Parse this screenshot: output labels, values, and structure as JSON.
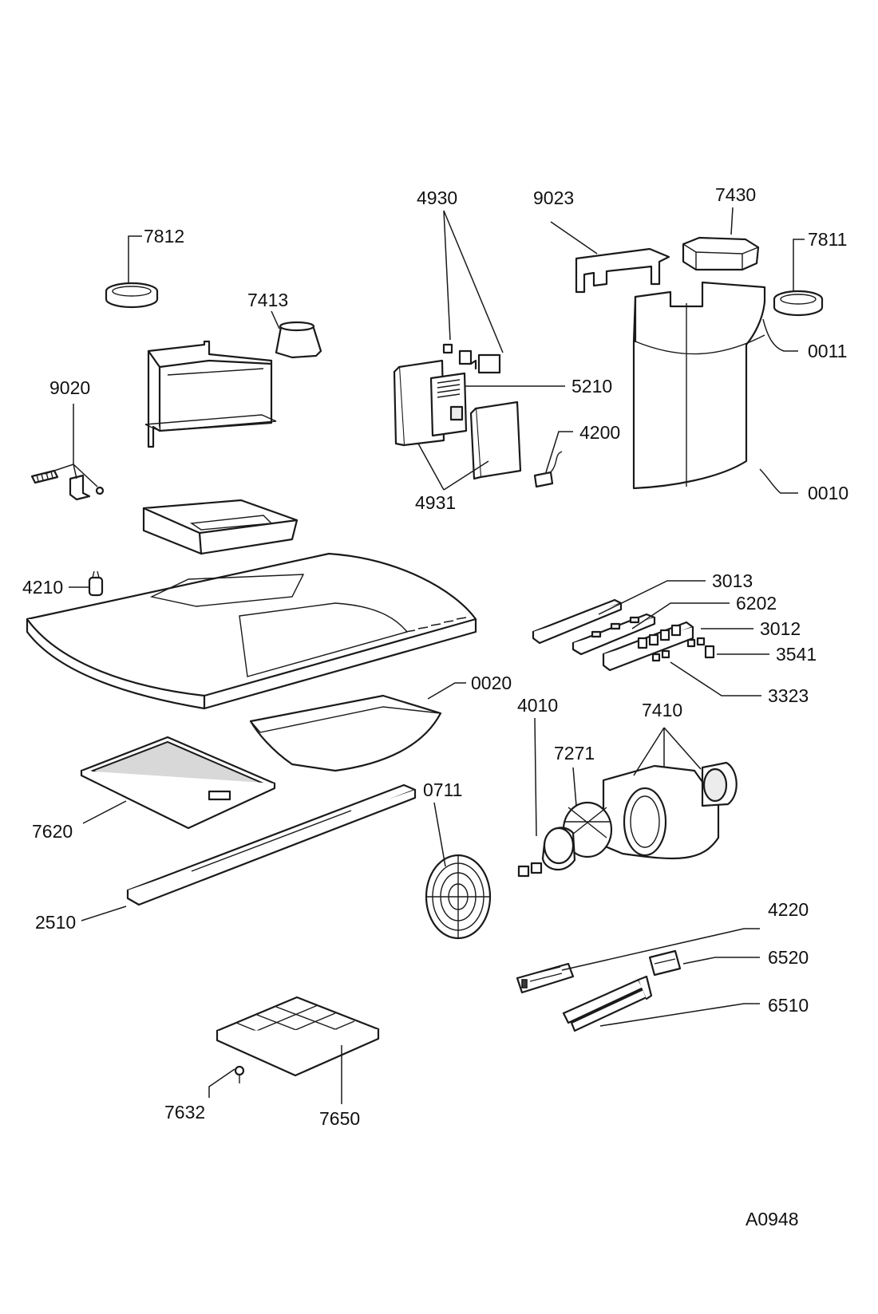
{
  "diagram": {
    "code": "A0948",
    "parts": [
      {
        "key": "p7812",
        "number": "7812"
      },
      {
        "key": "p7413",
        "number": "7413"
      },
      {
        "key": "p9020",
        "number": "9020"
      },
      {
        "key": "p4930",
        "number": "4930"
      },
      {
        "key": "p9023",
        "number": "9023"
      },
      {
        "key": "p7430",
        "number": "7430"
      },
      {
        "key": "p7811",
        "number": "7811"
      },
      {
        "key": "p0011",
        "number": "0011"
      },
      {
        "key": "p5210",
        "number": "5210"
      },
      {
        "key": "p4200",
        "number": "4200"
      },
      {
        "key": "p4931",
        "number": "4931"
      },
      {
        "key": "p0010",
        "number": "0010"
      },
      {
        "key": "p4210",
        "number": "4210"
      },
      {
        "key": "p3013",
        "number": "3013"
      },
      {
        "key": "p6202",
        "number": "6202"
      },
      {
        "key": "p3012",
        "number": "3012"
      },
      {
        "key": "p3541",
        "number": "3541"
      },
      {
        "key": "p3323",
        "number": "3323"
      },
      {
        "key": "p0020",
        "number": "0020"
      },
      {
        "key": "p4010",
        "number": "4010"
      },
      {
        "key": "p7410",
        "number": "7410"
      },
      {
        "key": "p7271",
        "number": "7271"
      },
      {
        "key": "p0711",
        "number": "0711"
      },
      {
        "key": "p7620",
        "number": "7620"
      },
      {
        "key": "p2510",
        "number": "2510"
      },
      {
        "key": "p4220",
        "number": "4220"
      },
      {
        "key": "p6520",
        "number": "6520"
      },
      {
        "key": "p6510",
        "number": "6510"
      },
      {
        "key": "p7632",
        "number": "7632"
      },
      {
        "key": "p7650",
        "number": "7650"
      }
    ]
  }
}
